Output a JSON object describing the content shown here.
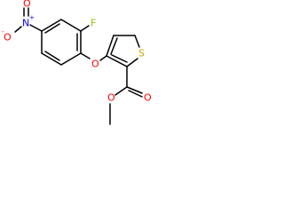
{
  "molecule": {
    "atoms": {
      "fluorine": "F",
      "nitro_nitrogen": "N",
      "nitro_nitrogen_charge": "+",
      "nitro_oxygen_upper": "O",
      "nitro_oxygen_lower": "O",
      "nitro_oxygen_lower_charge": "-",
      "ether_oxygen": "O",
      "thiophene_sulfur": "S",
      "carbonyl_oxygen": "O",
      "ester_oxygen": "O"
    },
    "colors": {
      "bond": "#000000",
      "fluorine": "#8fc400",
      "nitrogen": "#0000ff",
      "oxygen": "#ff0000",
      "sulfur": "#c8a800"
    }
  }
}
